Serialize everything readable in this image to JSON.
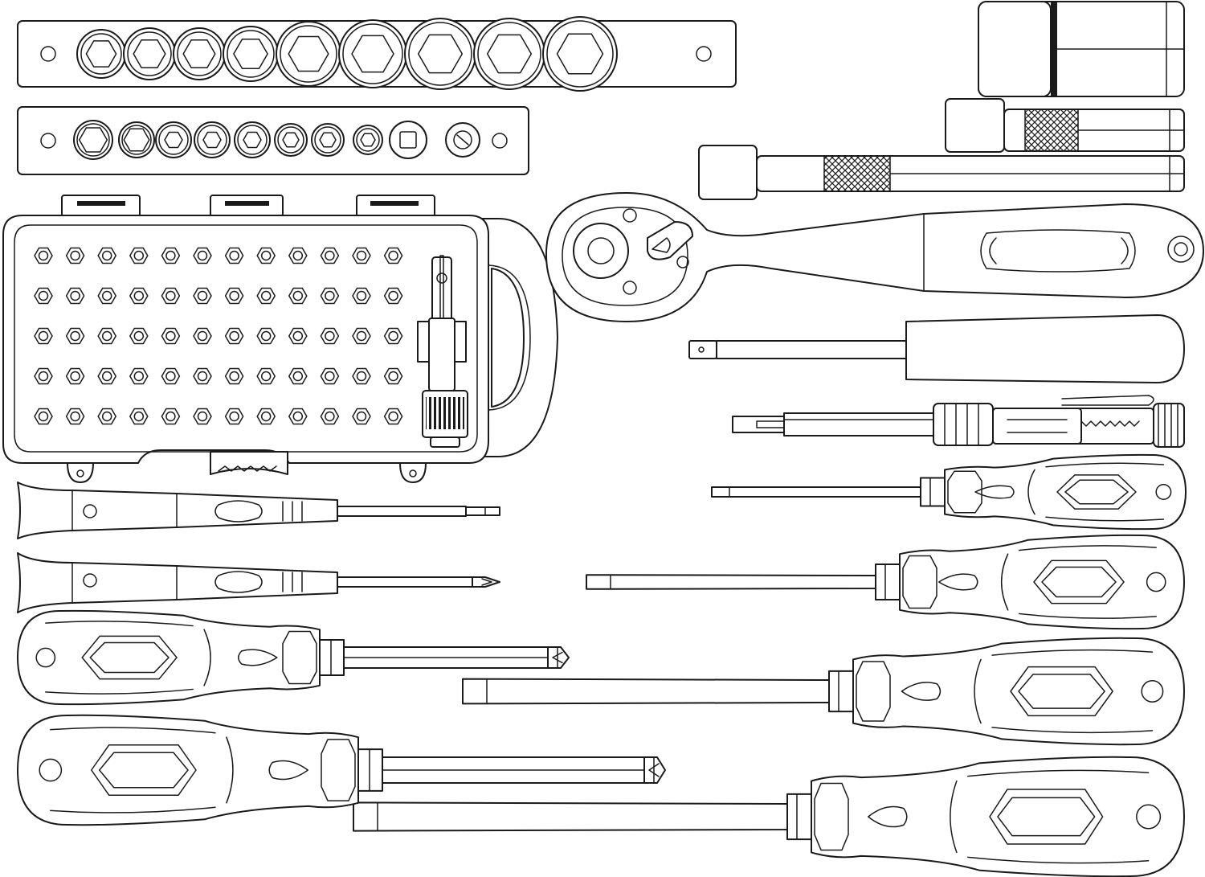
{
  "colors": {
    "ink": "#1a1a1a",
    "paper": "#ffffff"
  },
  "icons": {
    "socket_rail_large": "socket-rail-icon",
    "socket_rail_small": "socket-rail-icon",
    "bit_case": "bit-case-icon",
    "ratchet": "ratchet-wrench-icon",
    "extension_bars": "extension-bar-icon",
    "adapter": "socket-adapter-icon",
    "spinner_handle": "spinner-handle-icon",
    "voltage_tester": "voltage-tester-icon",
    "precision_screwdrivers": "precision-screwdriver-icon",
    "slotted_screwdrivers": "slotted-screwdriver-icon",
    "phillips_screwdrivers": "phillips-screwdriver-icon"
  },
  "inventory": {
    "large_rail_sockets": 9,
    "small_rail_sockets": 10,
    "case_bits_rows": 5,
    "case_bits_cols": 12
  }
}
